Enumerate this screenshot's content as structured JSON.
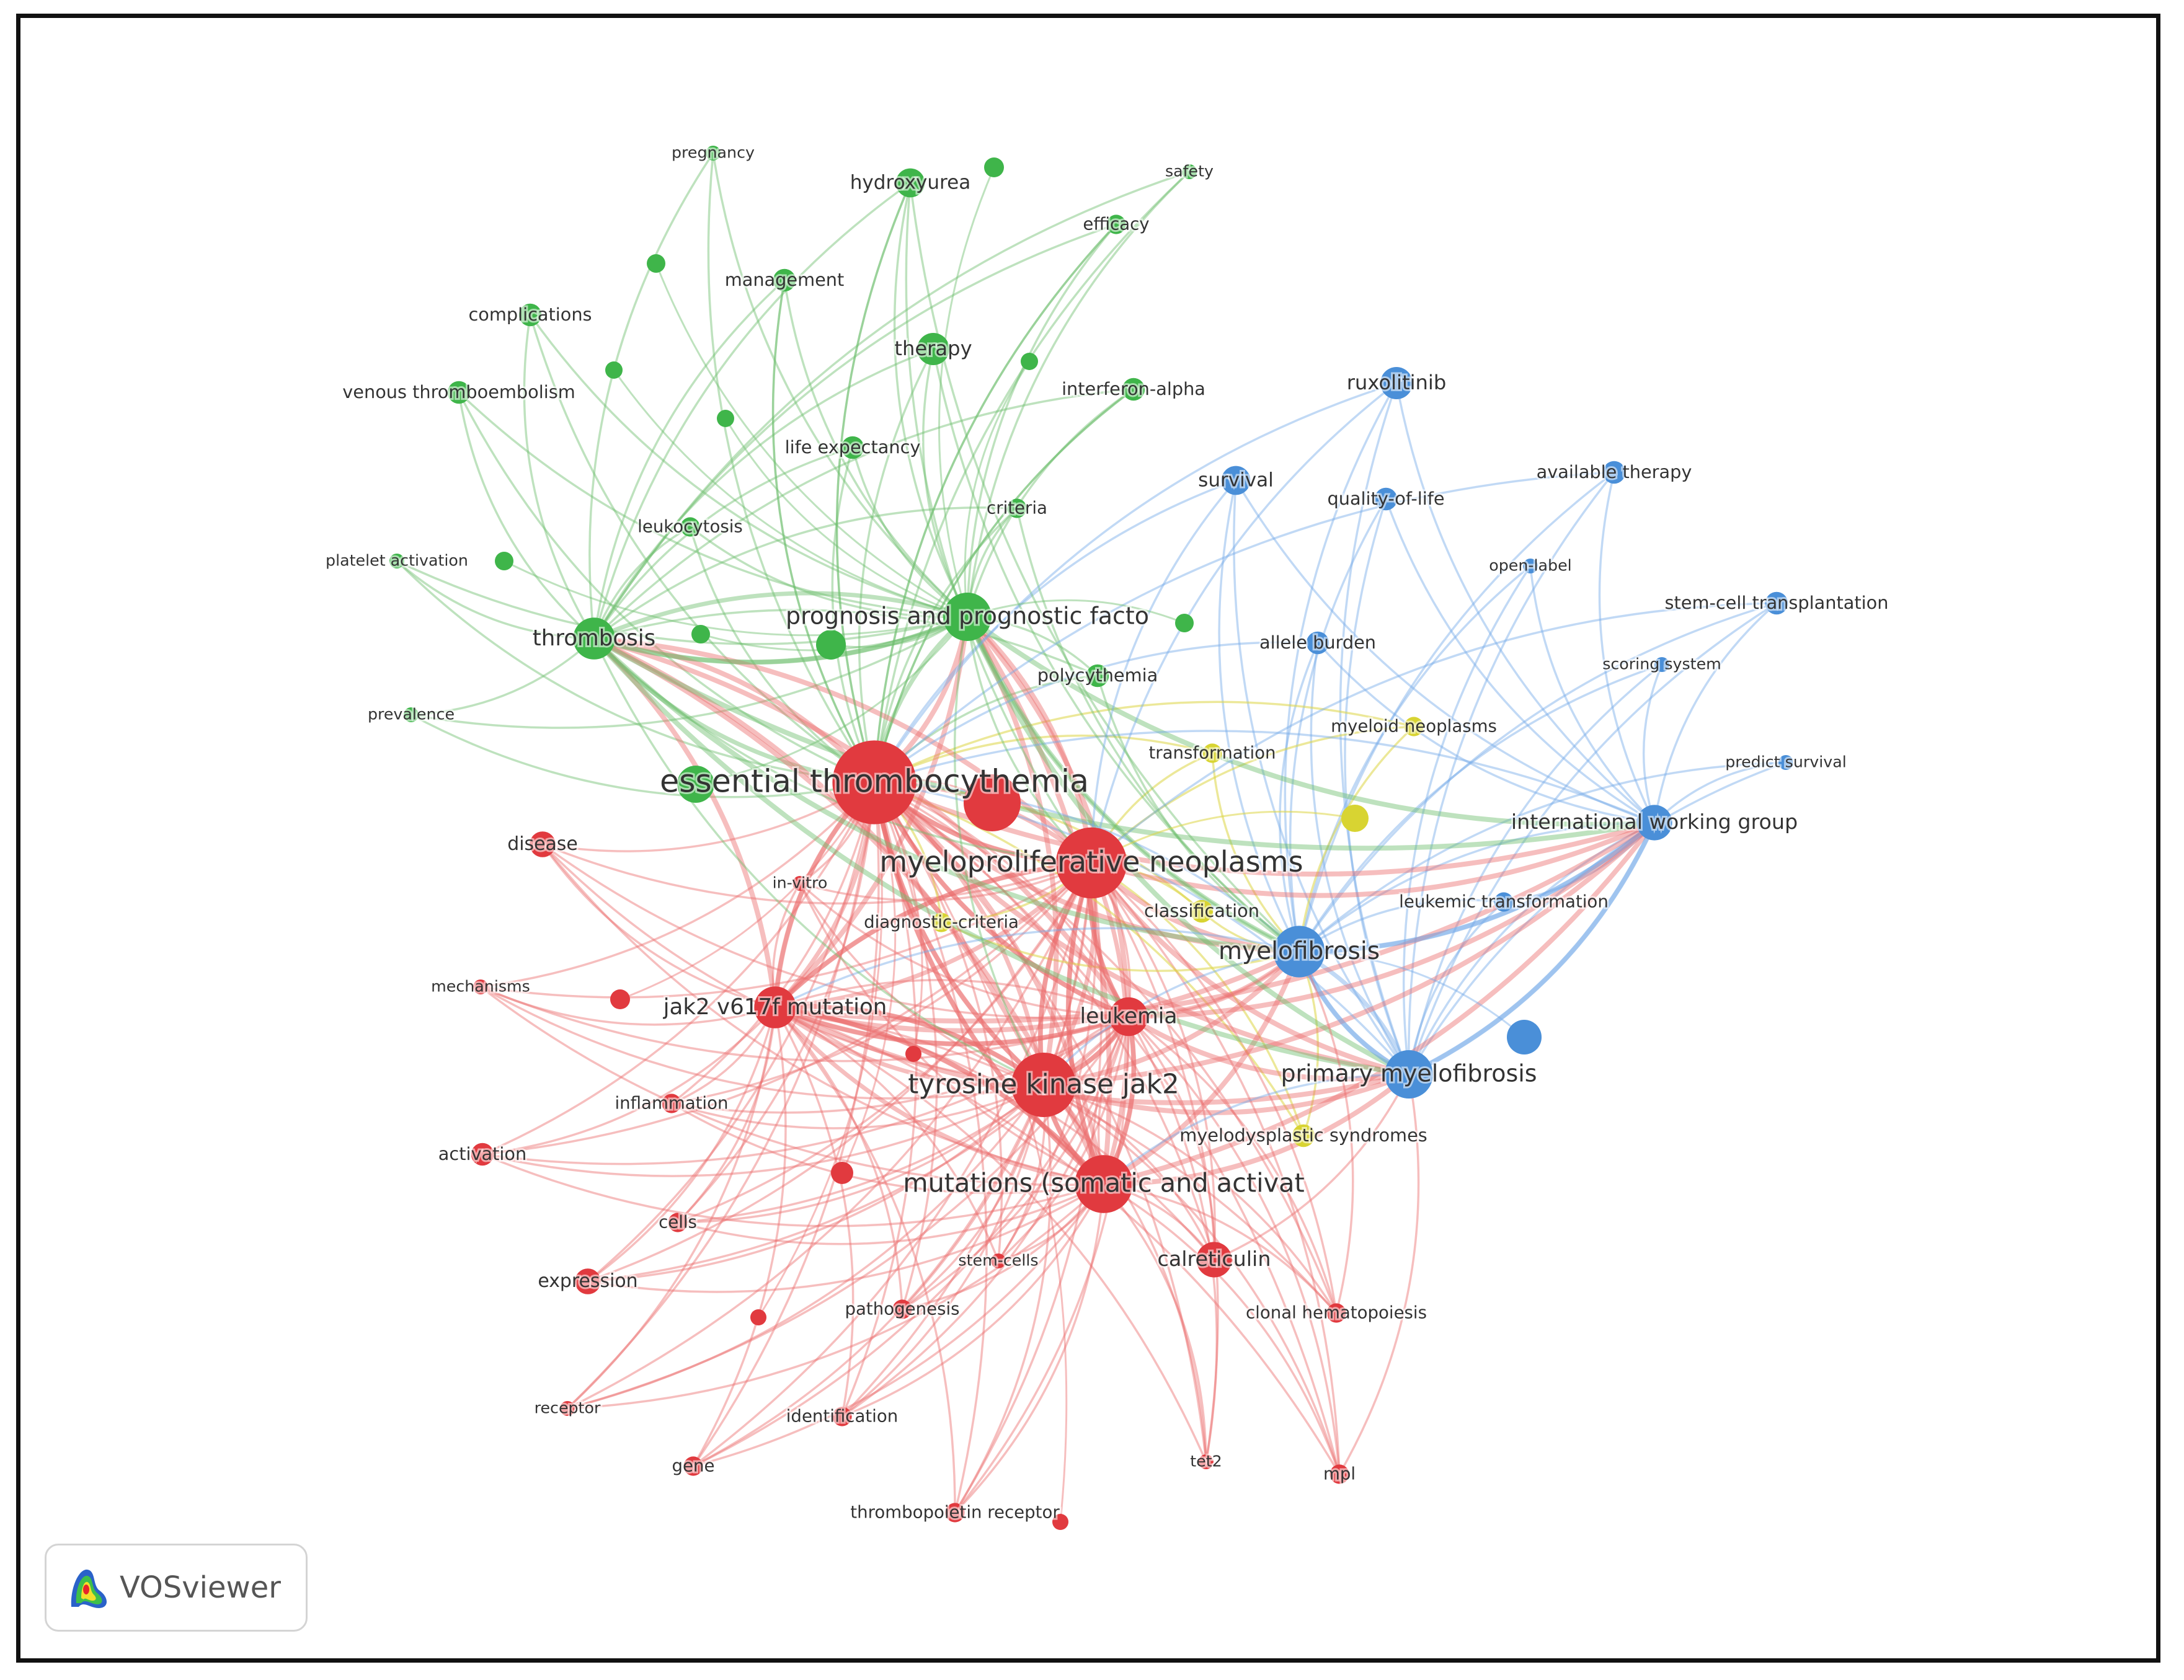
{
  "colors": {
    "red": "#e13a3f",
    "green": "#3fb54a",
    "blue": "#4a8fd8",
    "yellow": "#d8d432",
    "label": "#333333"
  },
  "logo": {
    "text": "VOSviewer",
    "icon": "vosviewer-logo-icon"
  },
  "nodes": [
    {
      "id": "et",
      "label": "essential thrombocythemia",
      "c": "red",
      "s": 44
    },
    {
      "id": "mpn",
      "label": "myeloproliferative neoplasms",
      "c": "red",
      "s": 40
    },
    {
      "id": "tkj",
      "label": "tyrosine kinase jak2",
      "c": "red",
      "s": 38
    },
    {
      "id": "mut",
      "label": "mutations (somatic and activat",
      "c": "red",
      "s": 36
    },
    {
      "id": "jak",
      "label": "jak2 v617f mutation",
      "c": "red",
      "s": 31
    },
    {
      "id": "leu",
      "label": "leukemia",
      "c": "red",
      "s": 30
    },
    {
      "id": "cal",
      "label": "calreticulin",
      "c": "red",
      "s": 29
    },
    {
      "id": "dis",
      "label": "disease",
      "c": "red",
      "s": 26
    },
    {
      "id": "exp",
      "label": "expression",
      "c": "red",
      "s": 26
    },
    {
      "id": "act",
      "label": "activation",
      "c": "red",
      "s": 25
    },
    {
      "id": "inf",
      "label": "inflammation",
      "c": "red",
      "s": 24
    },
    {
      "id": "cel",
      "label": "cells",
      "c": "red",
      "s": 24
    },
    {
      "id": "pat",
      "label": "pathogenesis",
      "c": "red",
      "s": 24
    },
    {
      "id": "clo",
      "label": "clonal hematopoiesis",
      "c": "red",
      "s": 24
    },
    {
      "id": "mpl",
      "label": "mpl",
      "c": "red",
      "s": 24
    },
    {
      "id": "gen",
      "label": "gene",
      "c": "red",
      "s": 24
    },
    {
      "id": "ide",
      "label": "identification",
      "c": "red",
      "s": 24
    },
    {
      "id": "tpr",
      "label": "thrombopoietin receptor",
      "c": "red",
      "s": 24
    },
    {
      "id": "mec",
      "label": "mechanisms",
      "c": "red",
      "s": 22
    },
    {
      "id": "ste",
      "label": "stem-cells",
      "c": "red",
      "s": 22
    },
    {
      "id": "rec",
      "label": "receptor",
      "c": "red",
      "s": 22
    },
    {
      "id": "tet",
      "label": "tet2",
      "c": "red",
      "s": 22
    },
    {
      "id": "inv",
      "label": "in-vitro",
      "c": "red",
      "s": 22
    },
    {
      "id": "thr",
      "label": "thrombosis",
      "c": "green",
      "s": 31
    },
    {
      "id": "ppf",
      "label": "prognosis and prognostic facto",
      "c": "green",
      "s": 33
    },
    {
      "id": "hyd",
      "label": "hydroxyurea",
      "c": "green",
      "s": 27
    },
    {
      "id": "ther",
      "label": "therapy",
      "c": "green",
      "s": 28
    },
    {
      "id": "man",
      "label": "management",
      "c": "green",
      "s": 25
    },
    {
      "id": "com",
      "label": "complications",
      "c": "green",
      "s": 25
    },
    {
      "id": "vte",
      "label": "venous thromboembolism",
      "c": "green",
      "s": 25
    },
    {
      "id": "lif",
      "label": "life expectancy",
      "c": "green",
      "s": 25
    },
    {
      "id": "ifn",
      "label": "interferon-alpha",
      "c": "green",
      "s": 25
    },
    {
      "id": "eff",
      "label": "efficacy",
      "c": "green",
      "s": 24
    },
    {
      "id": "crit",
      "label": "criteria",
      "c": "green",
      "s": 24
    },
    {
      "id": "leuk",
      "label": "leukocytosis",
      "c": "green",
      "s": 24
    },
    {
      "id": "pla",
      "label": "platelet activation",
      "c": "green",
      "s": 22
    },
    {
      "id": "pre",
      "label": "prevalence",
      "c": "green",
      "s": 22
    },
    {
      "id": "preg",
      "label": "pregnancy",
      "c": "green",
      "s": 22
    },
    {
      "id": "saf",
      "label": "safety",
      "c": "green",
      "s": 22
    },
    {
      "id": "pol",
      "label": "polycythemia",
      "c": "green",
      "s": 25
    },
    {
      "id": "mf",
      "label": "myelofibrosis",
      "c": "blue",
      "s": 34
    },
    {
      "id": "pmf",
      "label": "primary myelofibrosis",
      "c": "blue",
      "s": 33
    },
    {
      "id": "iwg",
      "label": "international working group",
      "c": "blue",
      "s": 29
    },
    {
      "id": "rux",
      "label": "ruxolitinib",
      "c": "blue",
      "s": 28
    },
    {
      "id": "sur",
      "label": "survival",
      "c": "blue",
      "s": 27
    },
    {
      "id": "qol",
      "label": "quality-of-life",
      "c": "blue",
      "s": 25
    },
    {
      "id": "avt",
      "label": "available therapy",
      "c": "blue",
      "s": 25
    },
    {
      "id": "stc",
      "label": "stem-cell transplantation",
      "c": "blue",
      "s": 25
    },
    {
      "id": "all",
      "label": "allele burden",
      "c": "blue",
      "s": 25
    },
    {
      "id": "ltr",
      "label": "leukemic transformation",
      "c": "blue",
      "s": 24
    },
    {
      "id": "ope",
      "label": "open-label",
      "c": "blue",
      "s": 22
    },
    {
      "id": "sco",
      "label": "scoring system",
      "c": "blue",
      "s": 22
    },
    {
      "id": "prs",
      "label": "predict survival",
      "c": "blue",
      "s": 22
    },
    {
      "id": "myn",
      "label": "myeloid neoplasms",
      "c": "yellow",
      "s": 24
    },
    {
      "id": "tra",
      "label": "transformation",
      "c": "yellow",
      "s": 24
    },
    {
      "id": "cla",
      "label": "classification",
      "c": "yellow",
      "s": 25
    },
    {
      "id": "dia",
      "label": "diagnostic-criteria",
      "c": "yellow",
      "s": 24
    },
    {
      "id": "mds",
      "label": "myelodysplastic syndromes",
      "c": "yellow",
      "s": 25
    }
  ]
}
